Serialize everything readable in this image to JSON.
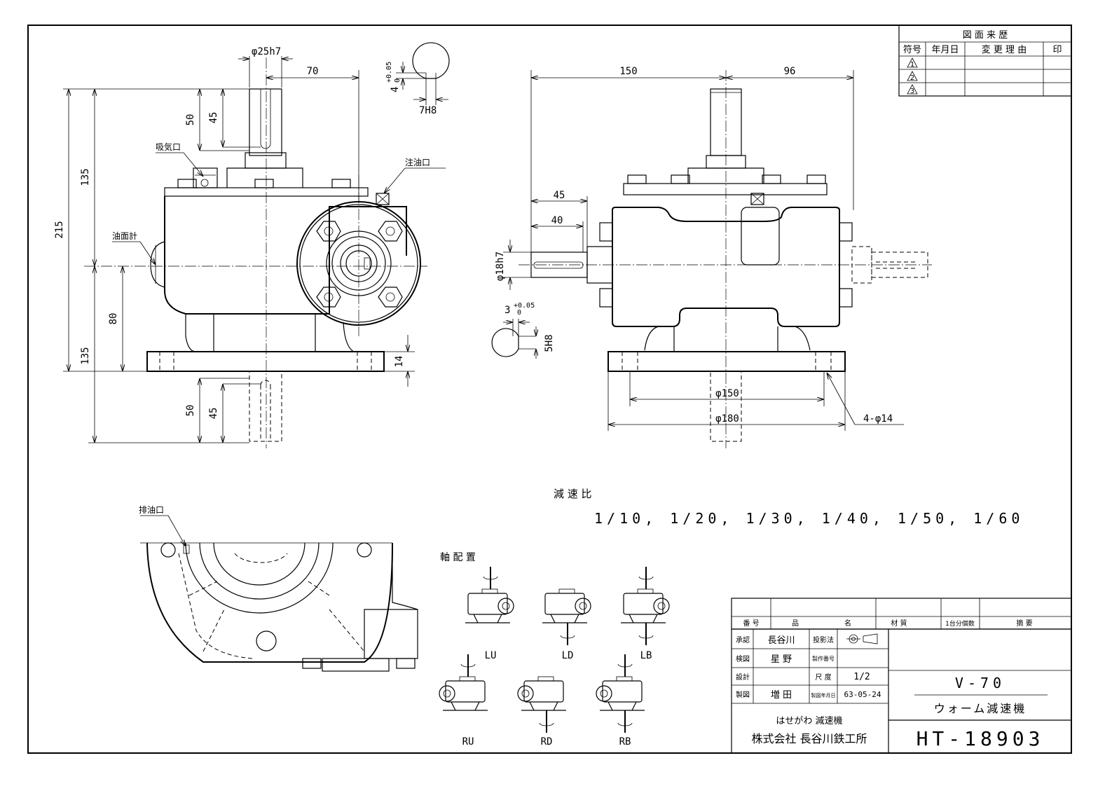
{
  "revision_table": {
    "title": "図 面 来 歴",
    "headers": [
      "符号",
      "年月日",
      "変 更 理 由",
      "印"
    ],
    "marks": [
      "1",
      "2",
      "3"
    ]
  },
  "front_view": {
    "dims": {
      "shaft_dia": "φ25h7",
      "shaft_offset": "70",
      "shaft_len_50": "50",
      "shaft_key_45": "45",
      "height_135_top": "135",
      "height_215": "215",
      "height_80": "80",
      "height_135_bottom": "135",
      "base_14": "14",
      "out_len_50": "50",
      "out_key_45": "45"
    },
    "labels": {
      "breather": "吸気口",
      "oil_fill": "注油口",
      "oil_gauge": "油面計"
    }
  },
  "key_detail_top": {
    "tol": "+0.05",
    "tol_zero": "0",
    "depth": "4",
    "width": "7H8"
  },
  "side_view": {
    "dims": {
      "dim_150": "150",
      "dim_96": "96",
      "dim_45": "45",
      "dim_40": "40",
      "shaft_dia": "φ18h7",
      "pcd_150": "φ150",
      "pcd_180": "φ180",
      "holes": "4-φ14"
    }
  },
  "key_detail_side": {
    "depth": "3",
    "tol": "+0.05",
    "tol_zero": "0",
    "width": "5H8"
  },
  "ratio": {
    "label": "減 速 比",
    "values": "1/10, 1/20, 1/30, 1/40, 1/50, 1/60"
  },
  "bottom_view": {
    "drain": "排油口"
  },
  "arrangement": {
    "title": "軸 配 置",
    "codes": [
      "LU",
      "LD",
      "LB",
      "RU",
      "RD",
      "RB"
    ]
  },
  "title_block": {
    "parts_headers": [
      "番 号",
      "品",
      "名",
      "材 質",
      "1台分個数",
      "摘 要"
    ],
    "approve_label": "承認",
    "approve_name": "長谷川",
    "check_label": "検図",
    "check_name": "星 野",
    "design_label": "設計",
    "draw_label": "製図",
    "draw_name": "増 田",
    "projection_label": "投影法",
    "drawing_no_label": "製作番号",
    "scale_label": "尺 度",
    "scale_value": "1/2",
    "date_label": "製図年月日",
    "date_value": "63-05-24",
    "model": "V-70",
    "product": "ウォーム減速機",
    "brand": "はせがわ 減速機",
    "company": "株式会社 長谷川鉄工所",
    "drawing_number": "HT-18903"
  }
}
